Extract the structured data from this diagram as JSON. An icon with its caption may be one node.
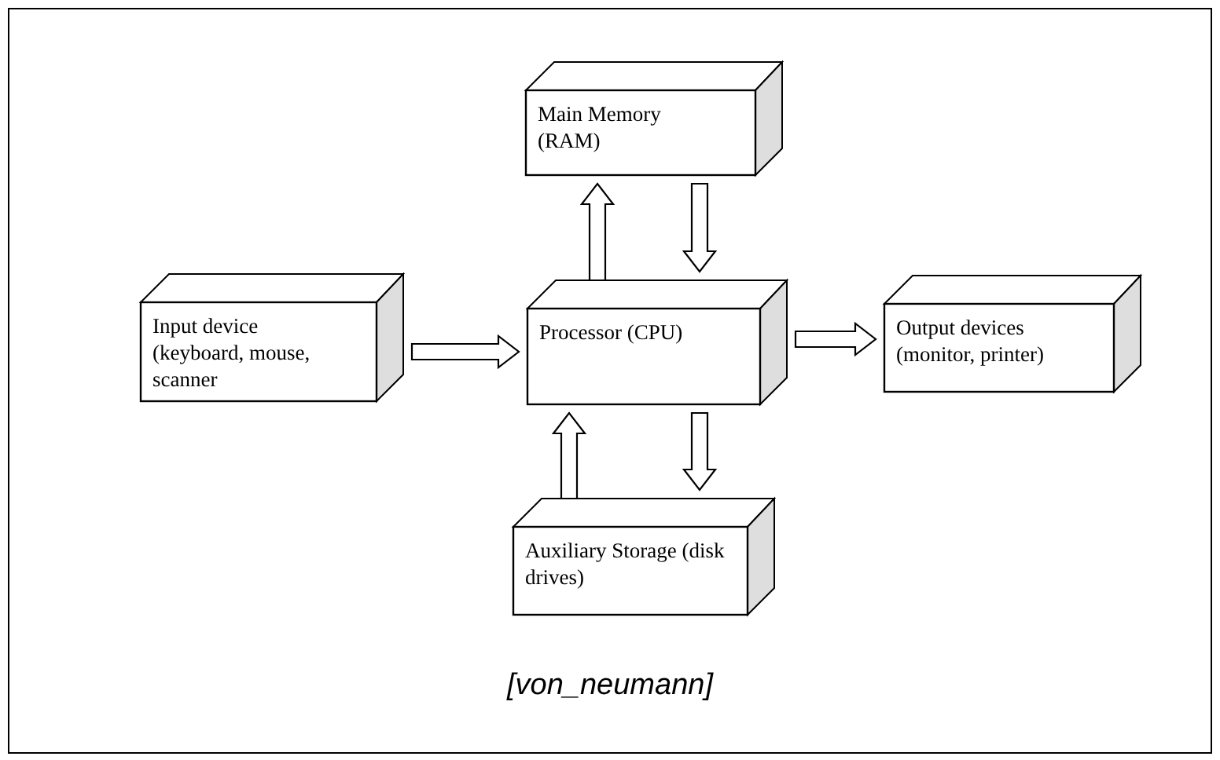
{
  "diagram": {
    "caption": "[von_neumann]",
    "nodes": [
      {
        "text": [
          "Main Memory (RAM)"
        ]
      },
      {
        "text": [
          "Input device (keyboard, mouse, scanner"
        ]
      },
      {
        "text": [
          "Processor (CPU)"
        ]
      },
      {
        "text": [
          "Output devices (monitor, printer)"
        ]
      },
      {
        "text": [
          "Auxiliary Storage (disk drives)"
        ]
      }
    ],
    "edges": [
      {
        "from": 2,
        "to": 0,
        "arrow": "to"
      },
      {
        "from": 0,
        "to": 2,
        "arrow": "to"
      },
      {
        "from": 1,
        "to": 2,
        "arrow": "to"
      },
      {
        "from": 2,
        "to": 3,
        "arrow": "to"
      },
      {
        "from": 4,
        "to": 2,
        "arrow": "to"
      },
      {
        "from": 2,
        "to": 4,
        "arrow": "to"
      }
    ]
  }
}
